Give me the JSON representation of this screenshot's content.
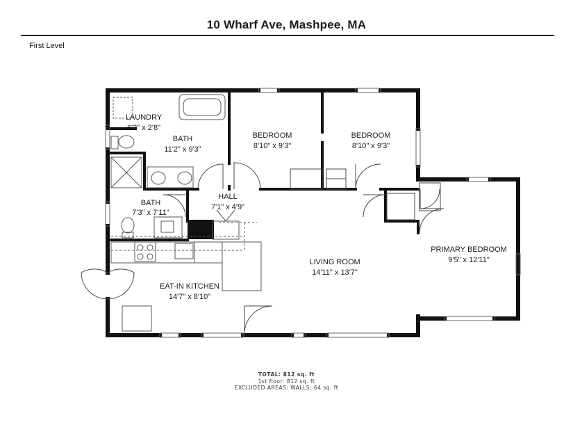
{
  "header": {
    "address": "10 Wharf Ave, Mashpee,  MA",
    "level": "First Level"
  },
  "rooms": {
    "laundry": {
      "name": "LAUNDRY",
      "dims": "6'2\" x 2'8\""
    },
    "bath1": {
      "name": "BATH",
      "dims": "11'2\" x 9'3\""
    },
    "bedroom1": {
      "name": "BEDROOM",
      "dims": "8'10\" x 9'3\""
    },
    "bedroom2": {
      "name": "BEDROOM",
      "dims": "8'10\" x 9'3\""
    },
    "bath2": {
      "name": "BATH",
      "dims": "7'3\" x 7'11\""
    },
    "hall": {
      "name": "HALL",
      "dims": "7'1\" x 4'9\""
    },
    "living": {
      "name": "LIVING ROOM",
      "dims": "14'11\" x 13'7\""
    },
    "primary": {
      "name": "PRIMARY BEDROOM",
      "dims": "9'5\" x 12'11\""
    },
    "kitchen": {
      "name": "EAT-IN KITCHEN",
      "dims": "14'7\" x 8'10\""
    }
  },
  "footer": {
    "total": "TOTAL: 812 sq. ft",
    "first_floor": "1st floor: 812 sq. ft",
    "excluded": "EXCLUDED AREAS: WALLS: 64 sq. ft"
  },
  "colors": {
    "wall": "#111111",
    "line": "#444444",
    "window": "#666666",
    "background": "#ffffff"
  }
}
